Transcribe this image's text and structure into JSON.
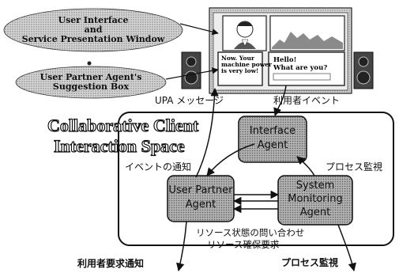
{
  "bubbles": {
    "upw": {
      "line1": "User Interface",
      "line2": "and",
      "line3": "Service Presentation  Window"
    },
    "upa_box": {
      "line1": "User Partner Agent's",
      "line2": "Suggestion Box"
    }
  },
  "screen": {
    "notice": {
      "line1": "Now. Your",
      "line2": "machine power",
      "line3": "is very low!"
    },
    "greeting": {
      "line1": "Hello!",
      "line2": "What are you?"
    }
  },
  "labels": {
    "upa_message": "UPA メッセージ",
    "user_event": "利用者イベント",
    "space_title_1": "Collaborative Client",
    "space_title_2": "Interaction Space",
    "event_notification": "イベントの通知",
    "process_monitoring_top": "プロセス監視",
    "resource_query": "リソース状態の問い合わせ",
    "resource_reserve": "リソース確保要求",
    "user_request": "利用者要求通知",
    "process_monitoring_bottom": "プロセス監視"
  },
  "agents": {
    "interface": {
      "line1": "Interface",
      "line2": "Agent"
    },
    "user_partner": {
      "line1": "User Partner",
      "line2": "Agent"
    },
    "system_monitoring": {
      "line1": "System",
      "line2": "Monitoring",
      "line3": "Agent"
    }
  },
  "colors": {
    "bubble_fill": "#c9c9c9",
    "agent_fill": "#a9a9a9",
    "frame": "#111111"
  }
}
